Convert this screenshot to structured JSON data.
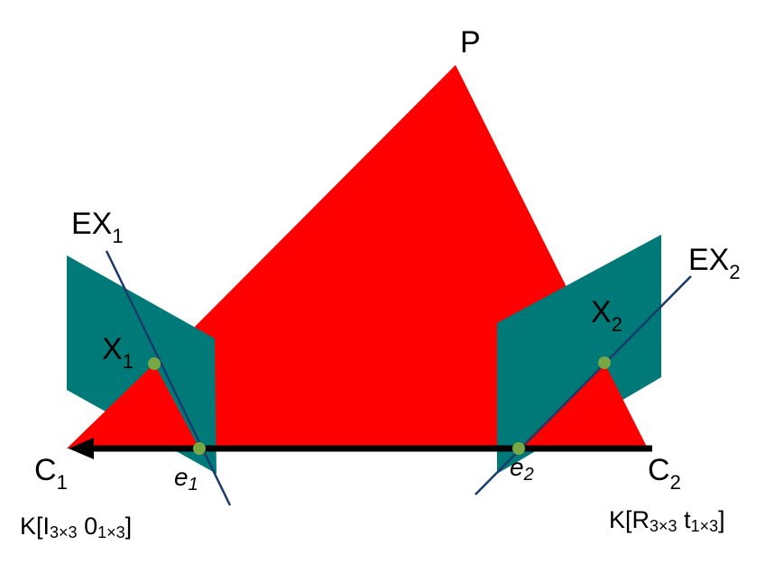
{
  "colors": {
    "triangle": "#ff0000",
    "image_plane": "#007a78",
    "point": "#77a843",
    "epipolar_line": "#1c3b6a",
    "baseline": "#000000"
  },
  "labels": {
    "P": "P",
    "EX1": {
      "main": "EX",
      "sub": "1"
    },
    "EX2": {
      "main": "EX",
      "sub": "2"
    },
    "X1": {
      "main": "X",
      "sub": "1"
    },
    "X2": {
      "main": "X",
      "sub": "2"
    },
    "C1": {
      "main": "C",
      "sub": "1"
    },
    "C2": {
      "main": "C",
      "sub": "2"
    },
    "e1": {
      "main": "e",
      "sub": "1"
    },
    "e2": {
      "main": "e",
      "sub": "2"
    },
    "camera1_matrix": {
      "prefix": "K[I",
      "sub1": "3×3",
      "mid": " 0",
      "sub2": "1×3",
      "suffix": "]"
    },
    "camera2_matrix": {
      "prefix": "K[R",
      "sub1": "3×3",
      "mid": " t",
      "sub2": "1×3",
      "suffix": "]"
    }
  }
}
